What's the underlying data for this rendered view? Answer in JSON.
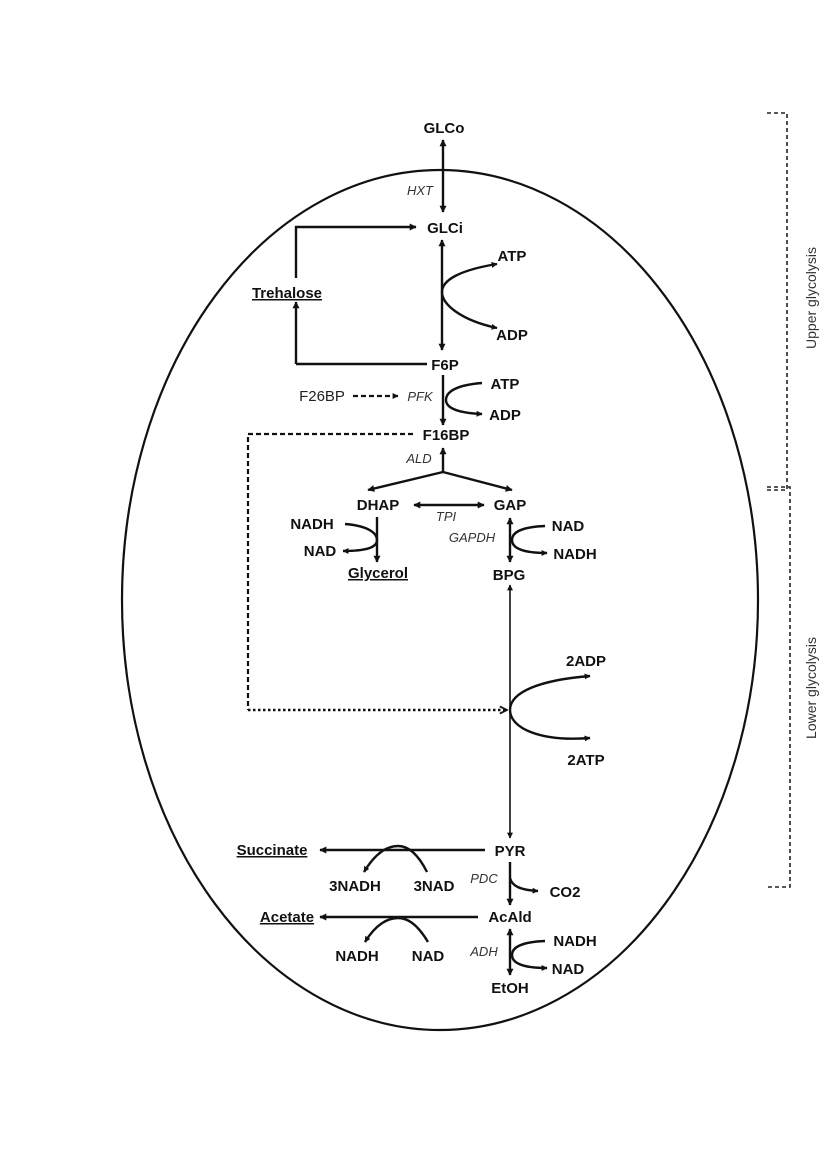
{
  "metabolites": {
    "glco": "GLCo",
    "glci": "GLCi",
    "trehalose": "Trehalose",
    "f6p": "F6P",
    "f26bp": "F26BP",
    "f16bp": "F16BP",
    "dhap": "DHAP",
    "gap": "GAP",
    "glycerol": "Glycerol",
    "bpg": "BPG",
    "pyr": "PYR",
    "succinate": "Succinate",
    "acald": "AcAld",
    "acetate": "Acetate",
    "etoh": "EtOH",
    "co2": "CO2"
  },
  "enzymes": {
    "hxt": "HXT",
    "pfk": "PFK",
    "ald": "ALD",
    "tpi": "TPI",
    "gapdh": "GAPDH",
    "pdc": "PDC",
    "adh": "ADH"
  },
  "cofactors": {
    "atp_1": "ATP",
    "adp_1": "ADP",
    "atp_2": "ATP",
    "adp_2": "ADP",
    "nadh_dhap": "NADH",
    "nad_dhap": "NAD",
    "nad_gap": "NAD",
    "nadh_gap": "NADH",
    "adp_lower": "2ADP",
    "atp_lower": "2ATP",
    "nadh_succ": "3NADH",
    "nad_succ": "3NAD",
    "nadh_acet": "NADH",
    "nad_acet": "NAD",
    "nadh_adh": "NADH",
    "nad_adh": "NAD"
  },
  "sections": {
    "upper": "Upper glycolysis",
    "lower": "Lower glycolysis"
  }
}
